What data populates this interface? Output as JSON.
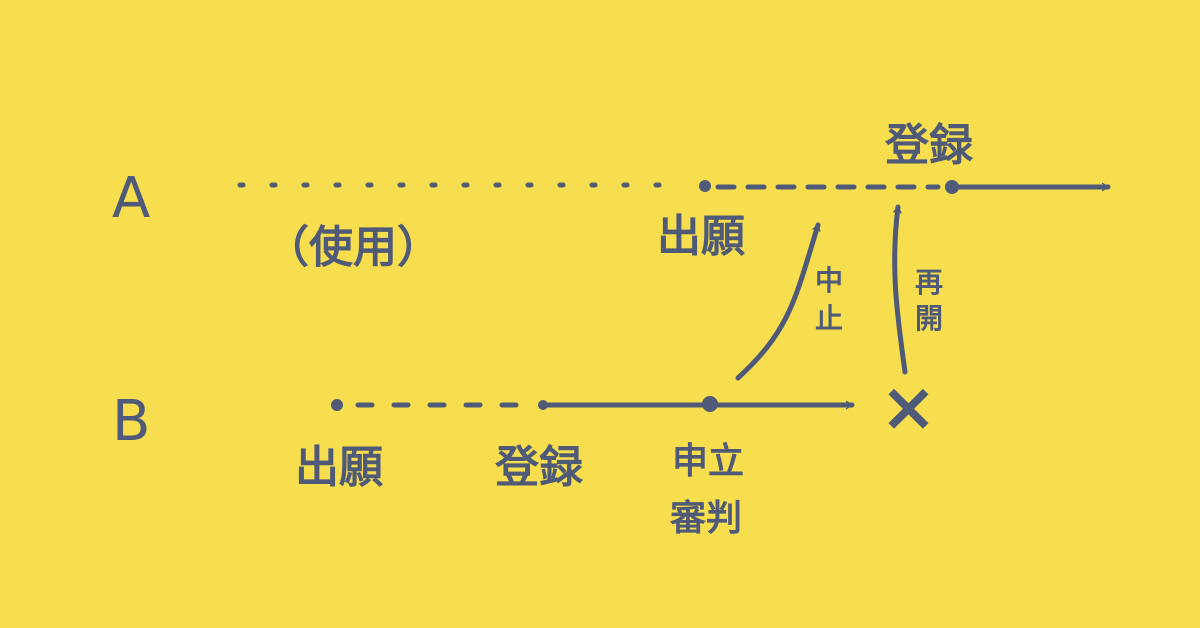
{
  "colors": {
    "background": "#F6DE4E",
    "ink": "#4F5A78"
  },
  "row_a": {
    "label": "A",
    "use_note": "（使用）",
    "filing": "出願",
    "registration": "登録"
  },
  "row_b": {
    "label": "B",
    "filing": "出願",
    "registration": "登録",
    "trial_top": "申立",
    "trial_bottom": "審判",
    "cross_mark": "×"
  },
  "transitions": {
    "suspend_top": "中",
    "suspend_bottom": "止",
    "resume_top": "再",
    "resume_bottom": "開"
  }
}
